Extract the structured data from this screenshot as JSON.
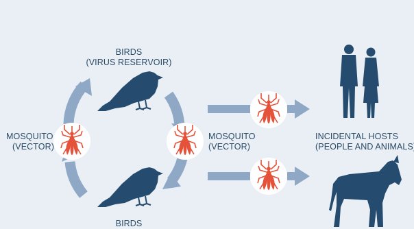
{
  "birds_top": {
    "line1": "BIRDS",
    "line2": "(VIRUS RESERVOIR)"
  },
  "birds_bottom": {
    "line1": "BIRDS"
  },
  "mosquito_left": {
    "line1": "MOSQUITO",
    "line2": "(VECTOR)"
  },
  "mosquito_right": {
    "line1": "MOSQUITO",
    "line2": "(VECTOR)"
  },
  "incidental_hosts": {
    "line1": "INCIDENTAL HOSTS",
    "line2": "(PEOPLE AND ANIMALS)"
  },
  "colors": {
    "background": "#e9eff5",
    "silhouette": "#254b6e",
    "arrow": "#8ea8c6",
    "mosquito": "#e4523a",
    "circle": "#ffffff",
    "text": "#2b4a66"
  },
  "icons": [
    "bird-icon",
    "mosquito-icon",
    "man-icon",
    "woman-icon",
    "horse-icon",
    "arrow-icon"
  ]
}
